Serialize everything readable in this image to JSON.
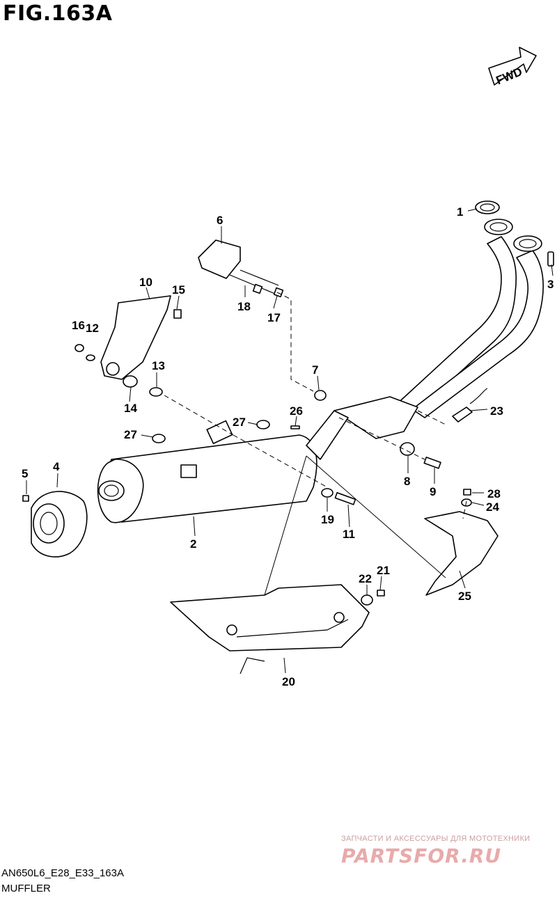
{
  "figure": {
    "title": "FIG.163A"
  },
  "fwd_label": "FWD",
  "callouts": [
    "1",
    "2",
    "3",
    "4",
    "5",
    "6",
    "7",
    "8",
    "9",
    "10",
    "11",
    "12",
    "13",
    "14",
    "15",
    "16",
    "17",
    "18",
    "19",
    "20",
    "21",
    "22",
    "23",
    "24",
    "25",
    "26",
    "27",
    "27",
    "28"
  ],
  "watermark": {
    "tagline": "ЗАПЧАСТИ И АКСЕССУАРЫ ДЛЯ МОТОТЕХНИКИ",
    "logo": "PARTSFOR.RU"
  },
  "footer": {
    "code": "AN650L6_E28_E33_163A",
    "caption": "MUFFLER"
  }
}
